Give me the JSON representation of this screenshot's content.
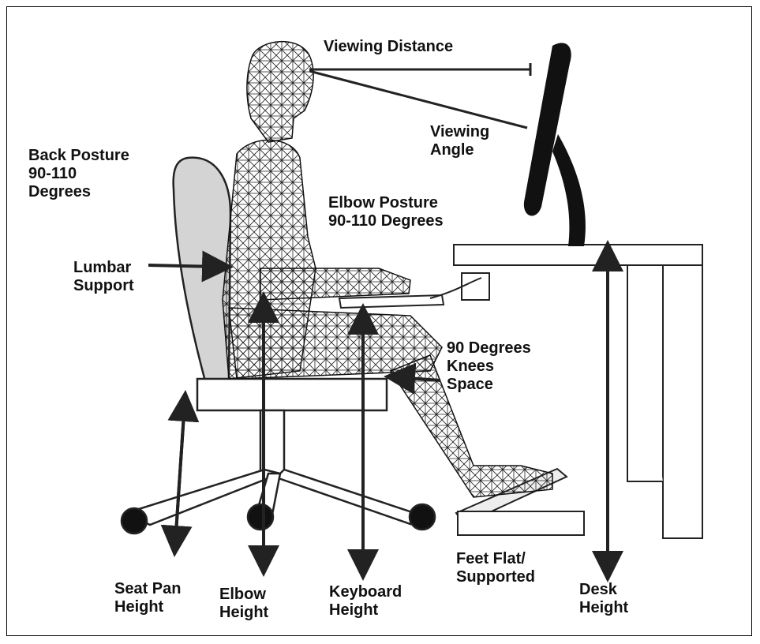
{
  "labels": {
    "viewing_distance": "Viewing Distance",
    "viewing_angle": [
      "Viewing",
      "Angle"
    ],
    "back_posture": [
      "Back Posture",
      "90-110",
      "Degrees"
    ],
    "elbow_posture": [
      "Elbow Posture",
      "90-110 Degrees"
    ],
    "lumbar_support": [
      "Lumbar",
      "Support"
    ],
    "knees_space": [
      "90 Degrees",
      "Knees",
      "Space"
    ],
    "seat_pan_height": [
      "Seat Pan",
      "Height"
    ],
    "elbow_height": [
      "Elbow",
      "Height"
    ],
    "keyboard_height": [
      "Keyboard",
      "Height"
    ],
    "feet_flat": [
      "Feet Flat/",
      "Supported"
    ],
    "desk_height": [
      "Desk",
      "Height"
    ]
  },
  "colors": {
    "ink": "#111111",
    "chair_back": "#d4d4d4",
    "line": "#222222"
  }
}
